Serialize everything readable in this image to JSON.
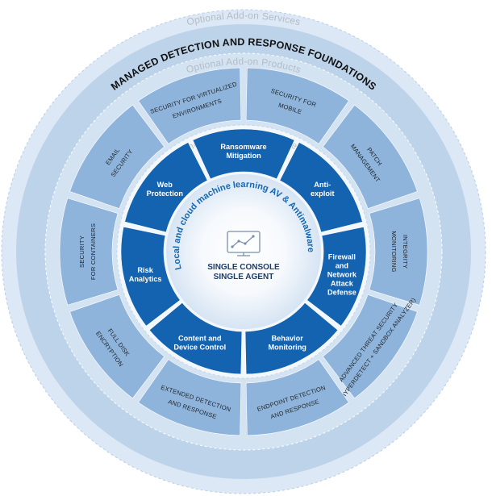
{
  "rings": {
    "services_title": "Optional Add-on Services",
    "mdr_title": "MANAGED DETECTION AND RESPONSE FOUNDATIONS",
    "products_title": "Optional Add-on Products",
    "modules_title": "Included Security Modules",
    "ml_title": "Local and cloud machine learning AV & Antimalware"
  },
  "products": [
    {
      "lines": [
        "SECURITY FOR VIRTUALIZED",
        "ENVIRONMENTS"
      ]
    },
    {
      "lines": [
        "SECURITY FOR",
        "MOBILE"
      ]
    },
    {
      "lines": [
        "PATCH",
        "MANAGEMENT"
      ]
    },
    {
      "lines": [
        "INTEGRITY",
        "MONITORING"
      ]
    },
    {
      "lines": [
        "ADVANCED THREAT SECURITY",
        "(HYPERDETECT + SANDBOX ANALYZER)"
      ]
    },
    {
      "lines": [
        "ENDPOINT DETECTION",
        "AND RESPONSE"
      ]
    },
    {
      "lines": [
        "EXTENDED DETECTION",
        "AND RESPONSE"
      ]
    },
    {
      "lines": [
        "FULL DISK",
        "ENCRYPTION"
      ]
    },
    {
      "lines": [
        "SECURITY",
        "FOR CONTAINERS"
      ]
    },
    {
      "lines": [
        "EMAIL",
        "SECURITY"
      ]
    }
  ],
  "modules": [
    {
      "lines": [
        "Ransomware",
        "Mitigation"
      ]
    },
    {
      "lines": [
        "Anti-",
        "exploit"
      ]
    },
    {
      "lines": [
        "Firewall",
        "and",
        "Network",
        "Attack",
        "Defense"
      ]
    },
    {
      "lines": [
        "Behavior",
        "Monitoring"
      ]
    },
    {
      "lines": [
        "Content and",
        "Device Control"
      ]
    },
    {
      "lines": [
        "Risk",
        "Analytics"
      ]
    },
    {
      "lines": [
        "Web",
        "Protection"
      ]
    }
  ],
  "center": {
    "icon": "monitor-chart-icon",
    "line1": "SINGLE CONSOLE",
    "line2": "SINGLE AGENT"
  },
  "colors": {
    "outer_ring": "#dce8f5",
    "mdr_ring": "#bcd3ea",
    "products_ring": "#d4e3f2",
    "product_segment": "#8fb4db",
    "module_segment": "#1463b0",
    "center_fill": "#eef4fb",
    "accent_text": "#1367b3"
  }
}
